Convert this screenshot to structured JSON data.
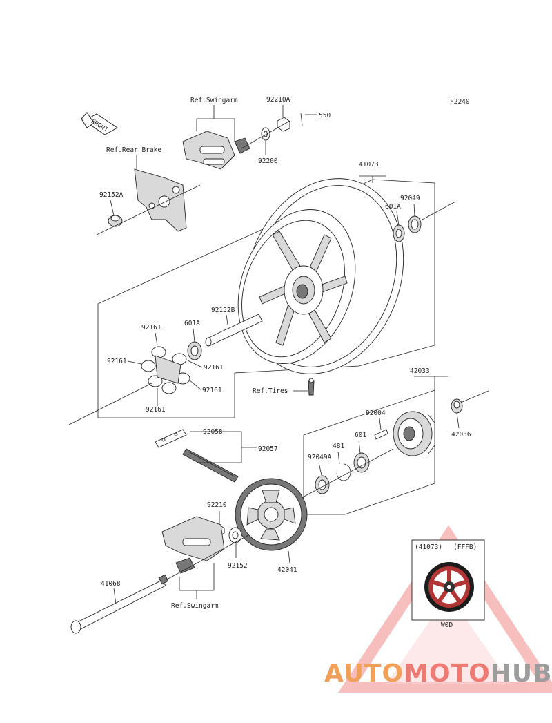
{
  "figure_code": "F2240",
  "front_label": "FRONT",
  "refs": {
    "swingarm_top": "Ref.Swingarm",
    "rear_brake": "Ref.Rear Brake",
    "tires": "Ref.Tires",
    "swingarm_bottom": "Ref.Swingarm"
  },
  "parts": {
    "p92210A": "92210A",
    "p550": "550",
    "p92200": "92200",
    "p41073": "41073",
    "p92152A": "92152A",
    "p92049": "92049",
    "p601A_right": "601A",
    "p92152B": "92152B",
    "p601A_left": "601A",
    "p92161_a": "92161",
    "p92161_b": "92161",
    "p92161_c": "92161",
    "p92161_d": "92161",
    "p92161_e": "92161",
    "p42033": "42033",
    "p92004": "92004",
    "p42036": "42036",
    "p92058": "92058",
    "p92057": "92057",
    "p481": "481",
    "p601": "601",
    "p92049A": "92049A",
    "p92210": "92210",
    "p92152": "92152",
    "p42041": "42041",
    "p41068": "41068"
  },
  "inset": {
    "part": "(41073)",
    "code": "(FFFB)",
    "caption": "W0D"
  },
  "watermark": {
    "part1": "AUTO",
    "part2": "MOTO",
    "part3": "HUB",
    "colors": {
      "auto": "#f1a05a",
      "moto": "#ee7b73",
      "hub": "#9d9d9d",
      "triangle": "#f08080"
    }
  }
}
